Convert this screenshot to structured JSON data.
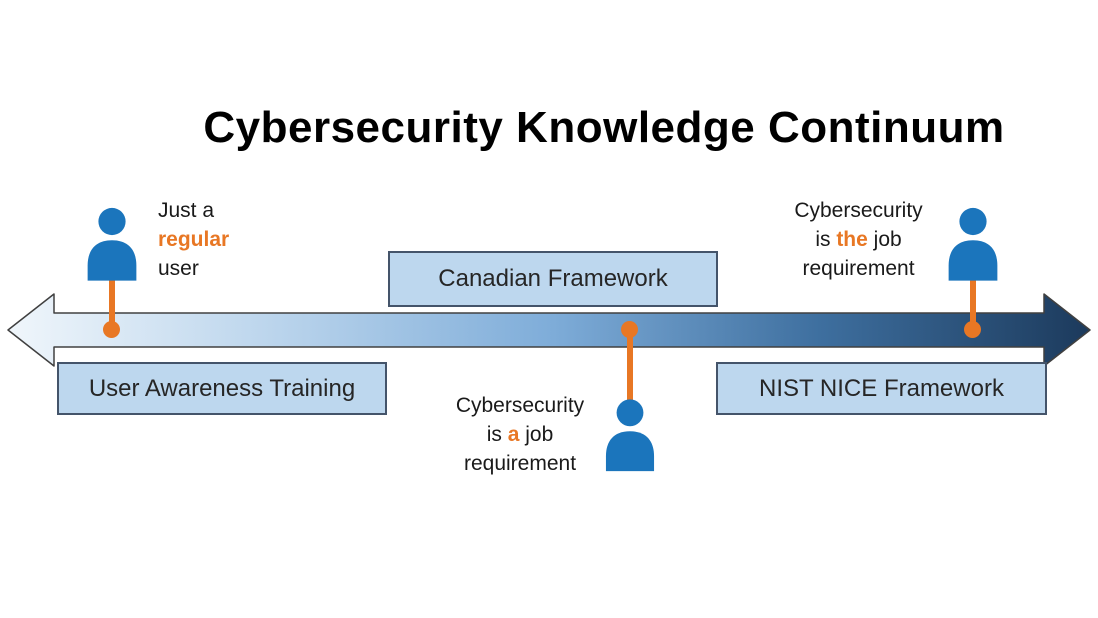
{
  "title": "Cybersecurity Knowledge Continuum",
  "boxes": {
    "user_awareness": {
      "label": "User Awareness Training"
    },
    "canadian": {
      "label": "Canadian Framework"
    },
    "nist": {
      "label": "NIST NICE Framework"
    }
  },
  "annotations": {
    "left": {
      "line1": "Just a",
      "emph": "regular",
      "line3": "user"
    },
    "center": {
      "line1": "Cybersecurity",
      "line2_pre": "is ",
      "line2_emph": "a",
      "line2_post": " job",
      "line3": "requirement"
    },
    "right": {
      "line1": "Cybersecurity",
      "line2_pre": "is ",
      "line2_emph": "the",
      "line2_post": " job",
      "line3": "requirement"
    }
  },
  "icons": {
    "person": "person-icon",
    "arrow": "double-headed-arrow"
  },
  "colors": {
    "person_blue": "#1B75BC",
    "connector_orange": "#E87724",
    "box_fill": "#BDD7EE",
    "box_border": "#44546A",
    "arrow_gradient_start": "#F0F6FB",
    "arrow_gradient_mid": "#7FADD9",
    "arrow_gradient_end": "#1C3A5C",
    "text_black": "#1A1A1A"
  }
}
